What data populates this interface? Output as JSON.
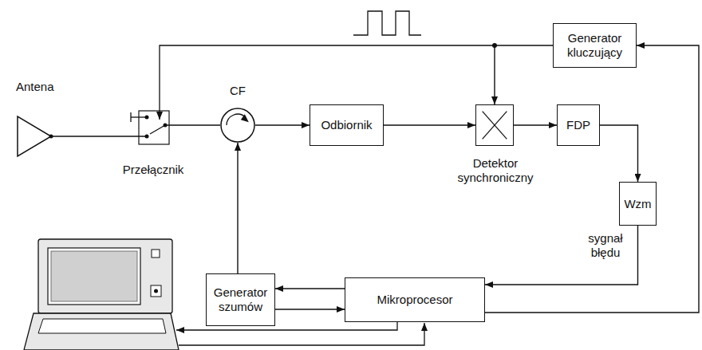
{
  "diagram": {
    "nodes": [
      {
        "text": [
          "CF"
        ]
      },
      {
        "text": [
          "Odbiornik"
        ]
      },
      {
        "text": [
          "Generator kluczujący"
        ]
      },
      {
        "text": [
          "Detektor synchroniczny"
        ]
      },
      {
        "text": [
          "FDP"
        ]
      },
      {
        "text": [
          "Wzm"
        ]
      },
      {
        "text": [
          "Generator szumów"
        ]
      },
      {
        "text": [
          "Mikroprocesor"
        ]
      }
    ],
    "edges": [
      {
        "from": 0,
        "to": 1,
        "arrow": "to"
      },
      {
        "from": 1,
        "to": 3,
        "arrow": "to"
      },
      {
        "from": 2,
        "to": 3,
        "arrow": "to"
      },
      {
        "from": 3,
        "to": 4,
        "arrow": "to"
      },
      {
        "from": 4,
        "to": 5,
        "arrow": "to"
      },
      {
        "from": 5,
        "to": 7,
        "label": "sygnał błędu",
        "arrow": "to"
      },
      {
        "from": 7,
        "to": 2,
        "arrow": "to"
      },
      {
        "from": 6,
        "to": 0,
        "arrow": "to"
      },
      {
        "from": 7,
        "to": 6,
        "arrow": "to"
      },
      {
        "from": 6,
        "to": 7,
        "arrow": "to"
      }
    ],
    "labels": [
      "Antena",
      "Przełącznik"
    ]
  }
}
